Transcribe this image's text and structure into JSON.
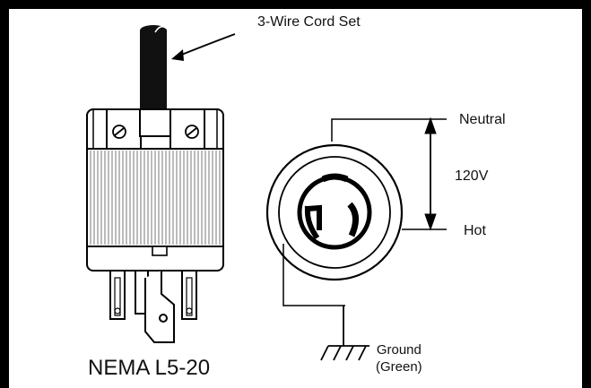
{
  "labels": {
    "cord": "3-Wire Cord Set",
    "neutral": "Neutral",
    "voltage": "120V",
    "hot": "Hot",
    "ground": "Ground",
    "ground_color": "(Green)",
    "plug_type": "NEMA L5-20"
  },
  "colors": {
    "frame": "#000000",
    "background": "#ffffff",
    "grip_ribs": "#777777"
  }
}
